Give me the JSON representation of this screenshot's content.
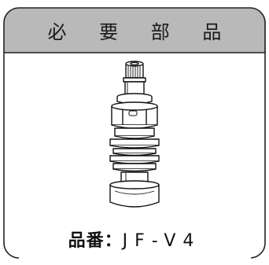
{
  "header": {
    "title": "必 要 部 品"
  },
  "part": {
    "label": "品番：",
    "number": "JF-V4",
    "image_icon": "faucet-cartridge-icon"
  },
  "colors": {
    "header_background": "#b9b9b9",
    "border": "#222222",
    "body_background": "#ffffff"
  }
}
